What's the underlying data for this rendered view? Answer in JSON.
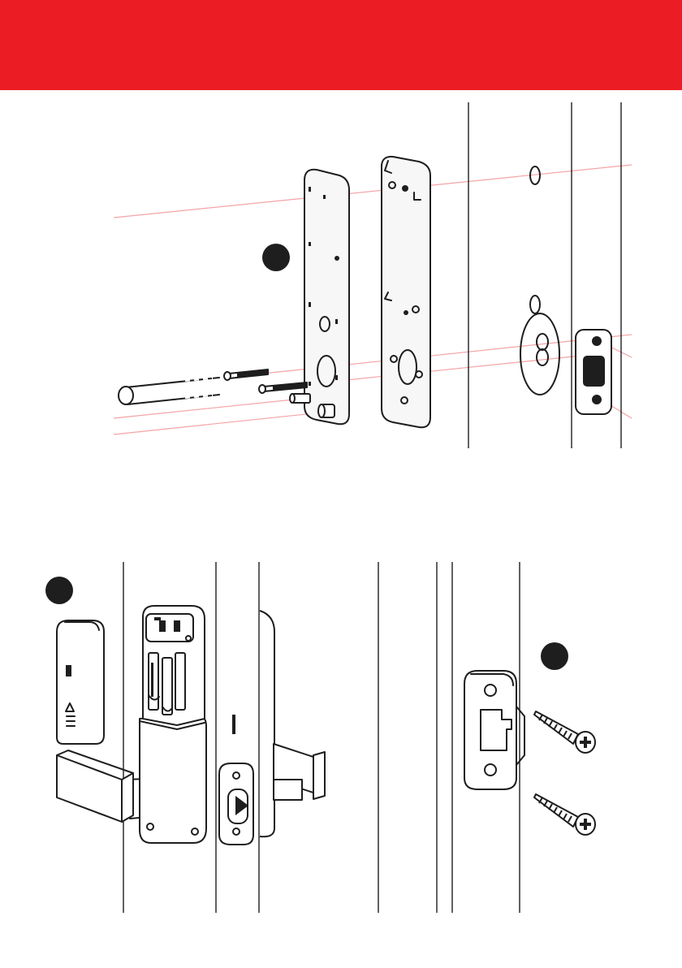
{
  "colors": {
    "header": "#ec1c24",
    "guide_line": "#f4a3a6",
    "line_art": "#1e1e1e",
    "marker": "#1e1e1e"
  },
  "header": {
    "text": ""
  },
  "top_figure": {
    "step_marker": {
      "shape": "filled-circle",
      "label": ""
    }
  },
  "bottom_figure": {
    "markers": [
      {
        "shape": "filled-circle",
        "label": ""
      },
      {
        "shape": "filled-circle",
        "label": ""
      }
    ]
  }
}
